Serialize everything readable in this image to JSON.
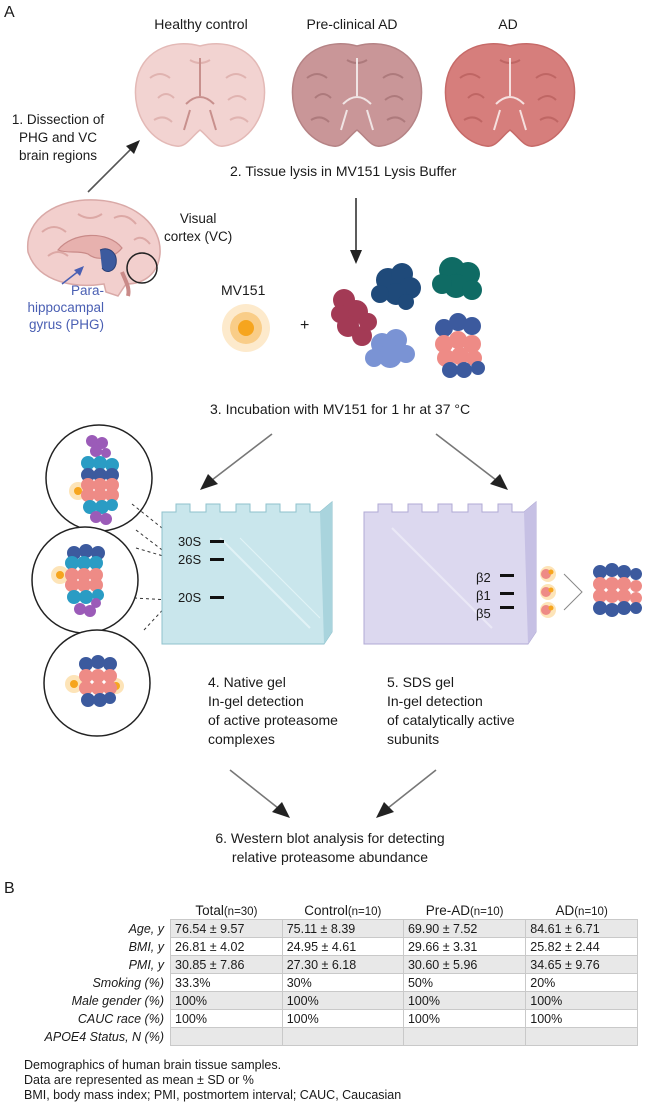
{
  "panel_a": {
    "letter": "A",
    "brain_labels": [
      "Healthy control",
      "Pre-clinical AD",
      "AD"
    ],
    "step1": [
      "1. Dissection of",
      "PHG and VC",
      "brain regions"
    ],
    "visual_cortex": [
      "Visual",
      "cortex (VC)"
    ],
    "phg": [
      "Para-",
      "hippocampal",
      "gyrus (PHG)"
    ],
    "step2": "2. Tissue lysis in MV151 Lysis Buffer",
    "mv151": "MV151",
    "plus": "+",
    "step3": "3. Incubation with MV151 for 1 hr at 37 °C",
    "native_bands": [
      "30S",
      "26S",
      "20S"
    ],
    "sds_bands": [
      "β2",
      "β1",
      "β5"
    ],
    "step4": [
      "4. Native gel",
      "In-gel detection",
      "of active proteasome",
      "complexes"
    ],
    "step5": [
      "5. SDS gel",
      "In-gel detection",
      "of catalytically active",
      "subunits"
    ],
    "step6": [
      "6. Western blot analysis for detecting",
      "relative proteasome abundance"
    ]
  },
  "panel_b": {
    "letter": "B",
    "columns": [
      {
        "name": "Total",
        "n": "(n=30)"
      },
      {
        "name": "Control",
        "n": "(n=10)"
      },
      {
        "name": "Pre-AD",
        "n": "(n=10)"
      },
      {
        "name": "AD",
        "n": "(n=10)"
      }
    ],
    "rows": [
      {
        "label": "Age, y",
        "values": [
          "76.54 ± 9.57",
          "75.11 ±  8.39",
          "69.90 ± 7.52",
          "84.61 ± 6.71"
        ]
      },
      {
        "label": "BMI, y",
        "values": [
          "26.81 ± 4.02",
          "24.95 ± 4.61",
          "29.66 ± 3.31",
          "25.82 ± 2.44"
        ]
      },
      {
        "label": "PMI, y",
        "values": [
          "30.85 ± 7.86",
          "27.30 ± 6.18",
          "30.60 ± 5.96",
          "34.65 ± 9.76"
        ]
      },
      {
        "label": "Smoking (%)",
        "values": [
          "33.3%",
          "30%",
          "50%",
          "20%"
        ]
      },
      {
        "label": "Male gender (%)",
        "values": [
          "100%",
          "100%",
          "100%",
          "100%"
        ]
      },
      {
        "label": "CAUC race (%)",
        "values": [
          "100%",
          "100%",
          "100%",
          "100%"
        ]
      },
      {
        "label": "APOE4 Status, N (%)",
        "values": [
          "",
          "",
          "",
          ""
        ]
      }
    ],
    "footnotes": [
      "Demographics of human brain tissue samples.",
      "Data are represented as mean ± SD or %",
      "BMI, body mass index; PMI, postmortem interval; CAUC, Caucasian"
    ]
  },
  "colors": {
    "brain_healthy": "#f2d3d1",
    "brain_preclinical": "#c99698",
    "brain_ad": "#d67e7c",
    "native_gel": "#c9e6ec",
    "sds_gel": "#dcd8ef",
    "label_blue": "#4a5fb3",
    "ring_alpha": "#3c5a9e",
    "ring_beta": "#ee8b86",
    "ring_cyan": "#2a9cc4",
    "regulatory": "#9b5bb8"
  }
}
